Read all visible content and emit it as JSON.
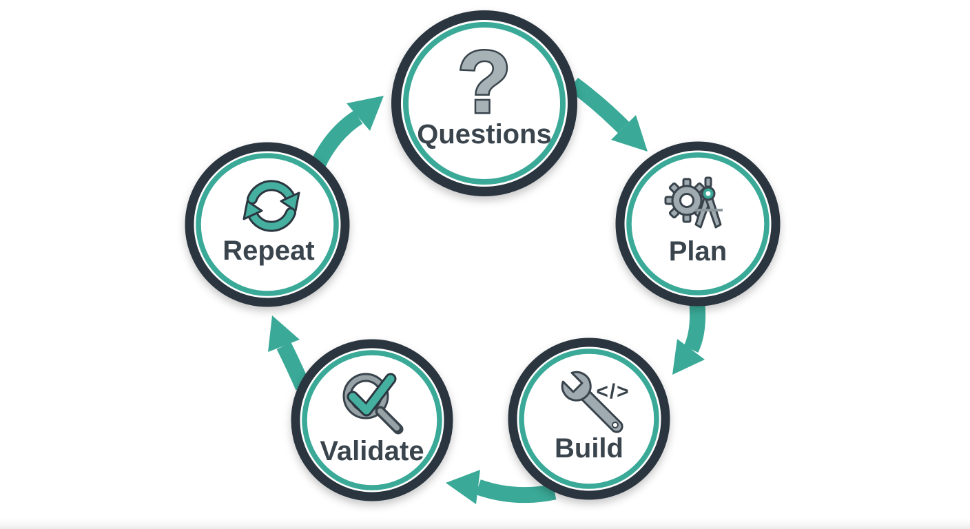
{
  "diagram": {
    "type": "cycle-diagram",
    "background": "#ffffff",
    "colors": {
      "ring_dark": "#2b3640",
      "ring_teal": "#3aa997",
      "arrow_teal": "#3aa997",
      "icon_gray": "#9fabb0",
      "label_color": "#3a444c"
    },
    "nodes": [
      {
        "id": "questions",
        "label": "Questions",
        "icon": "question-mark-icon",
        "icon_glyph": "?"
      },
      {
        "id": "plan",
        "label": "Plan",
        "icon": "gear-and-compass-icon"
      },
      {
        "id": "build",
        "label": "Build",
        "icon": "wrench-icon",
        "code_glyph": "</>"
      },
      {
        "id": "validate",
        "label": "Validate",
        "icon": "magnifier-checkmark-icon"
      },
      {
        "id": "repeat",
        "label": "Repeat",
        "icon": "refresh-arrows-icon"
      }
    ],
    "flow_sequence": [
      "Questions",
      "Plan",
      "Build",
      "Validate",
      "Repeat"
    ],
    "cyclic": true
  }
}
